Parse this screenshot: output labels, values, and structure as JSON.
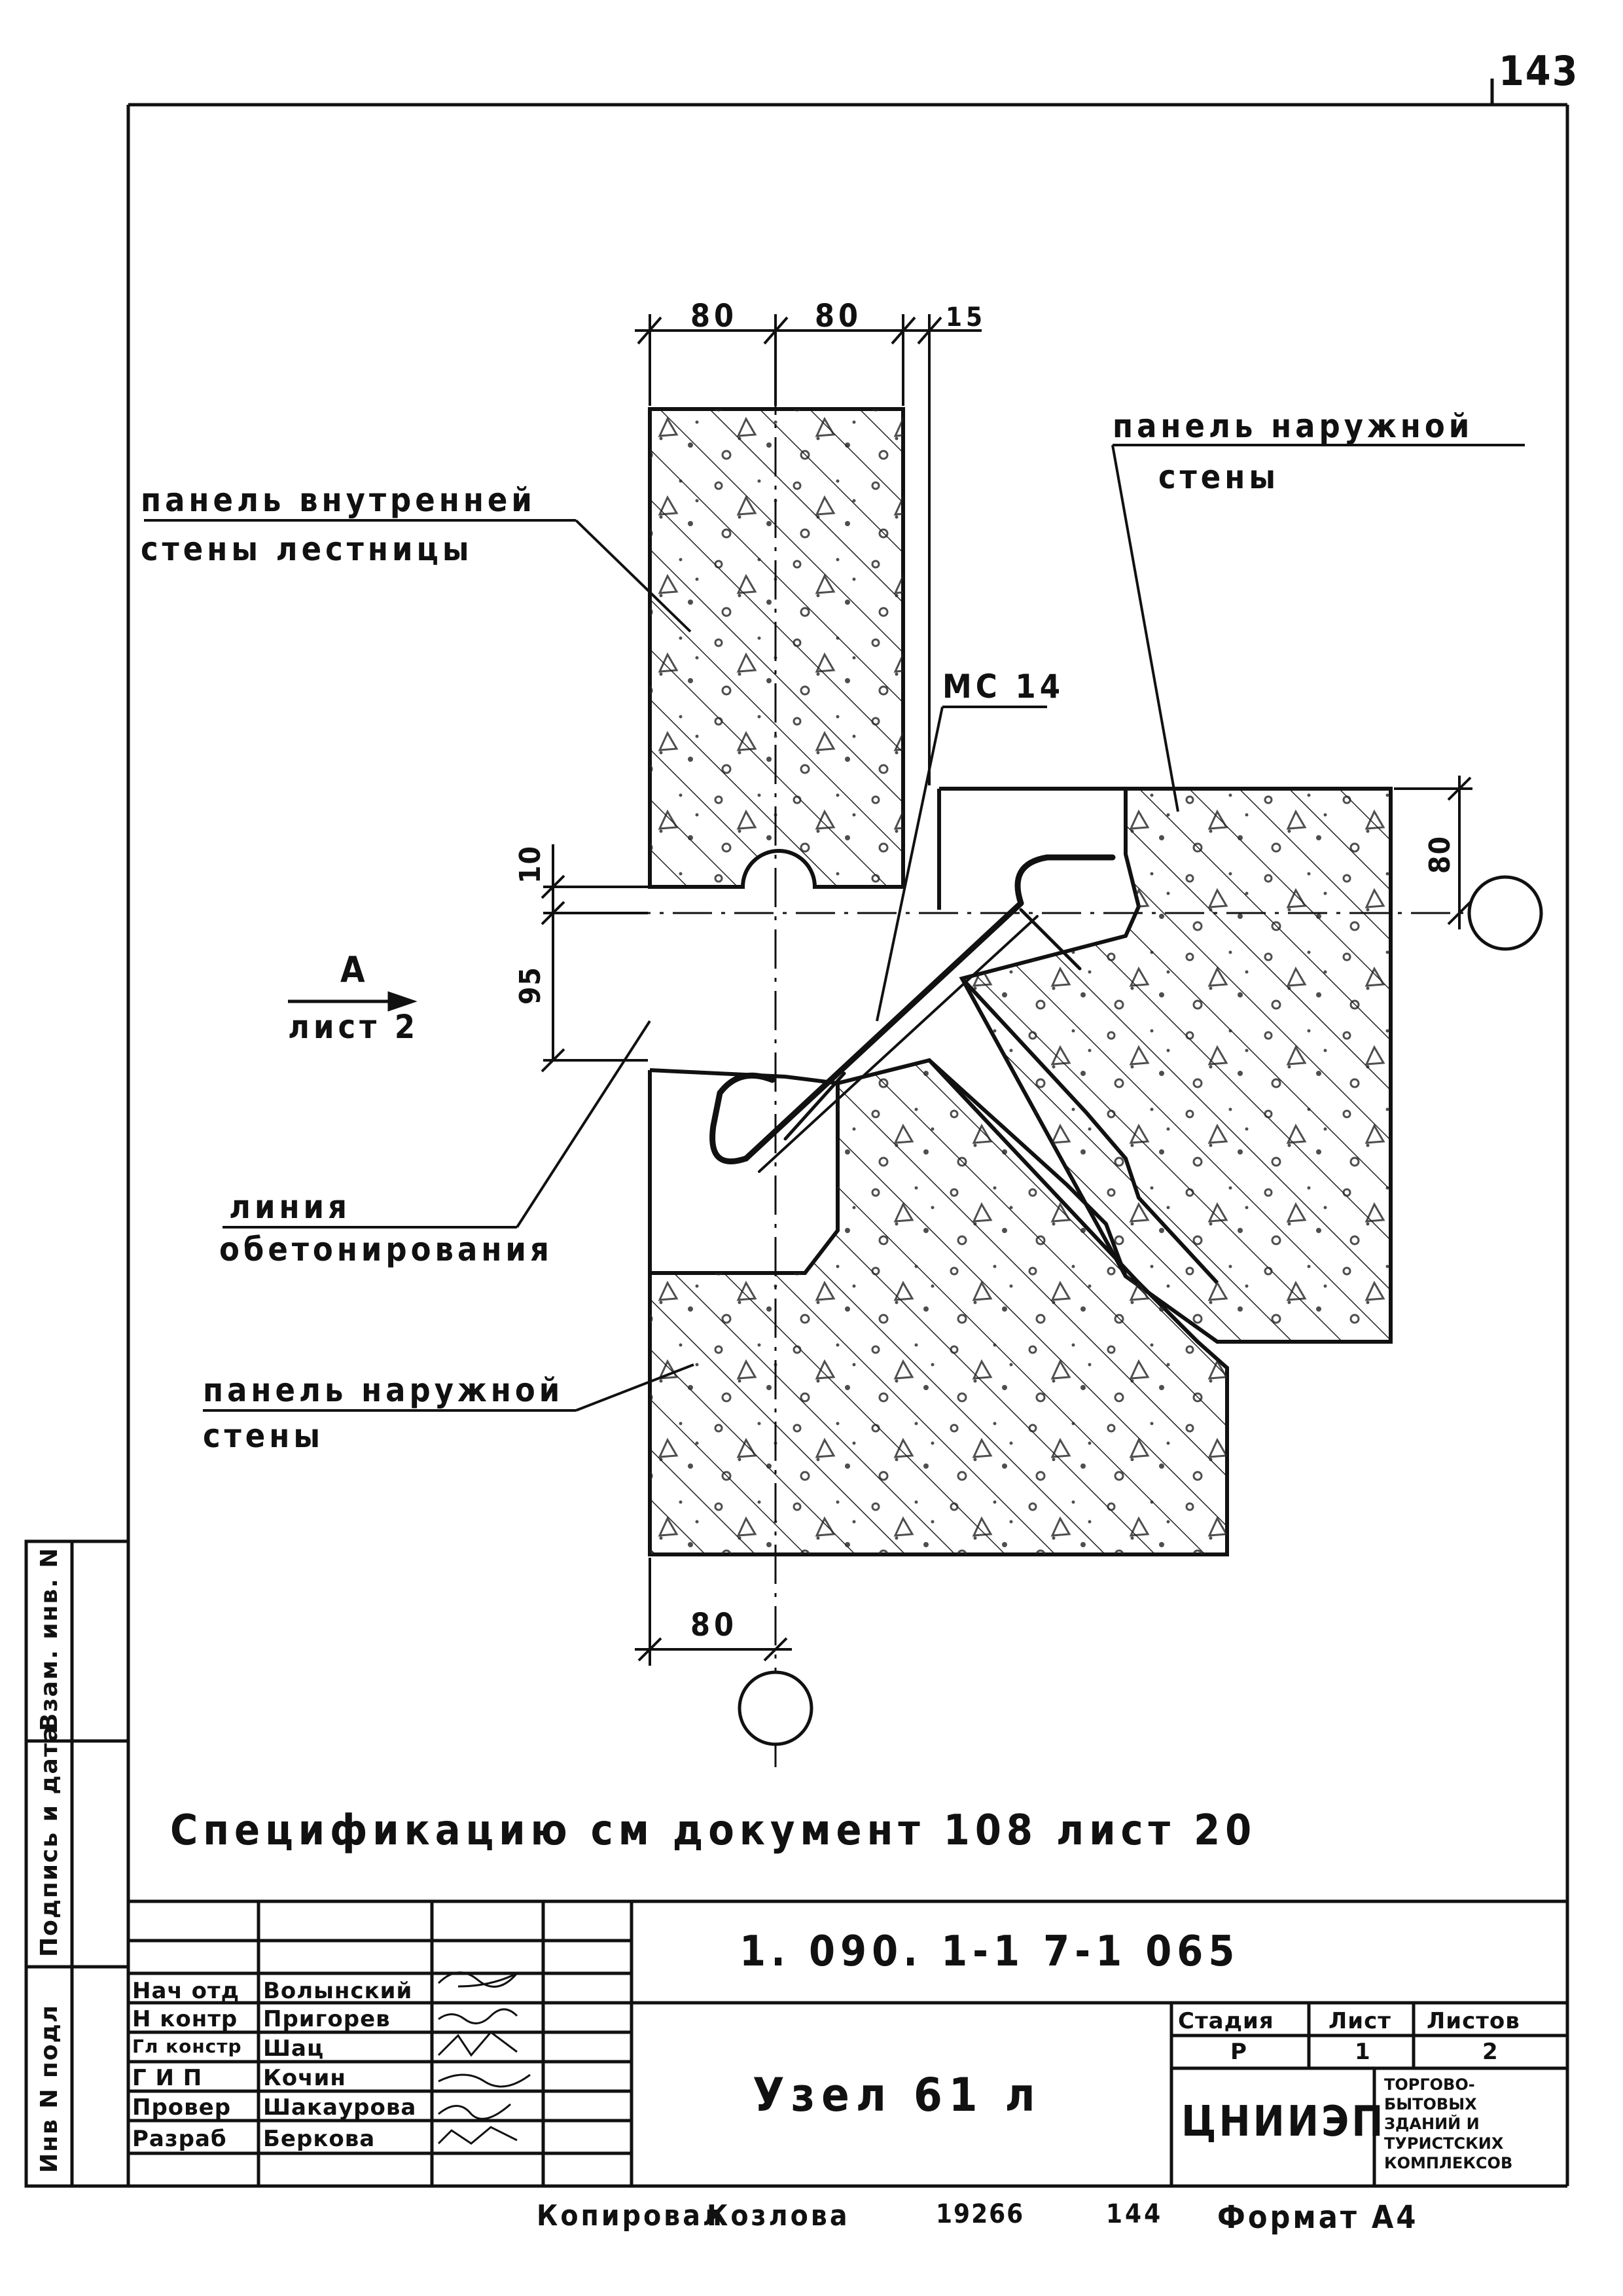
{
  "sheet_number": "143",
  "labels": {
    "inner_panel_line1": "панель внутренней",
    "inner_panel_line2": "стены лестницы",
    "outer_panel_top_line1": "панель наружной",
    "outer_panel_top_line2": "стены",
    "outer_panel_bottom_line1": "панель наружной",
    "outer_panel_bottom_line2": "стены",
    "concreting_line1": "линия",
    "concreting_line2": "обетонирования",
    "ms_label": "МС 14",
    "view_letter": "А",
    "view_sheet": "лист 2"
  },
  "dimensions": {
    "top_a": "80",
    "top_b": "80",
    "top_c": "15",
    "left_10": "10",
    "left_95": "95",
    "right_80": "80",
    "bottom_80": "80"
  },
  "spec_note": "Спецификацию см документ 108 лист 20",
  "side_stamp": {
    "inv_podl": "Инв N подл",
    "podpis_data": "Подпись и дата",
    "vzam_inv": "Взам. инв. N"
  },
  "title_block": {
    "doc_code": "1. 090. 1-1  7-1  065",
    "title": "Узел 61 л",
    "stage_header": "Стадия",
    "sheet_header": "Лист",
    "sheets_header": "Листов",
    "stage_value": "Р",
    "sheet_value": "1",
    "sheets_value": "2",
    "org": "ЦНИИЭП",
    "org_desc": [
      "торгово-",
      "бытовых",
      "зданий и",
      "туристских",
      "комплексов"
    ],
    "roles": [
      {
        "role": "Нач отд",
        "name": "Волынский"
      },
      {
        "role": "Н контр",
        "name": "Пригорев"
      },
      {
        "role": "Гл констр",
        "name": "Шац"
      },
      {
        "role": "Г И П",
        "name": "Кочин"
      },
      {
        "role": "Провер",
        "name": "Шакаурова"
      },
      {
        "role": "Разраб",
        "name": "Беркова"
      }
    ]
  },
  "footer": {
    "copied": "Копировал",
    "copier": "Козлова",
    "number": "19266",
    "number2": "144",
    "format": "Формат А4"
  }
}
